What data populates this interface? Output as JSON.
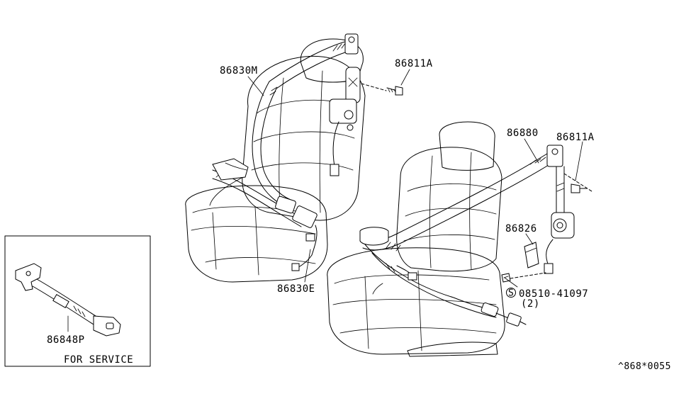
{
  "callouts": {
    "belt_left_seat": "86830M",
    "bolt_left": "86811A",
    "belt_right": "86880",
    "bolt_right": "86811A",
    "bracket": "86826",
    "buckle": "86830E",
    "screw_code": "08510-41097",
    "screw_symbol": "S",
    "screw_qty": "(2)",
    "service_part": "86848P"
  },
  "inset": {
    "caption": "FOR SERVICE"
  },
  "diagram_id": "^868*0055"
}
